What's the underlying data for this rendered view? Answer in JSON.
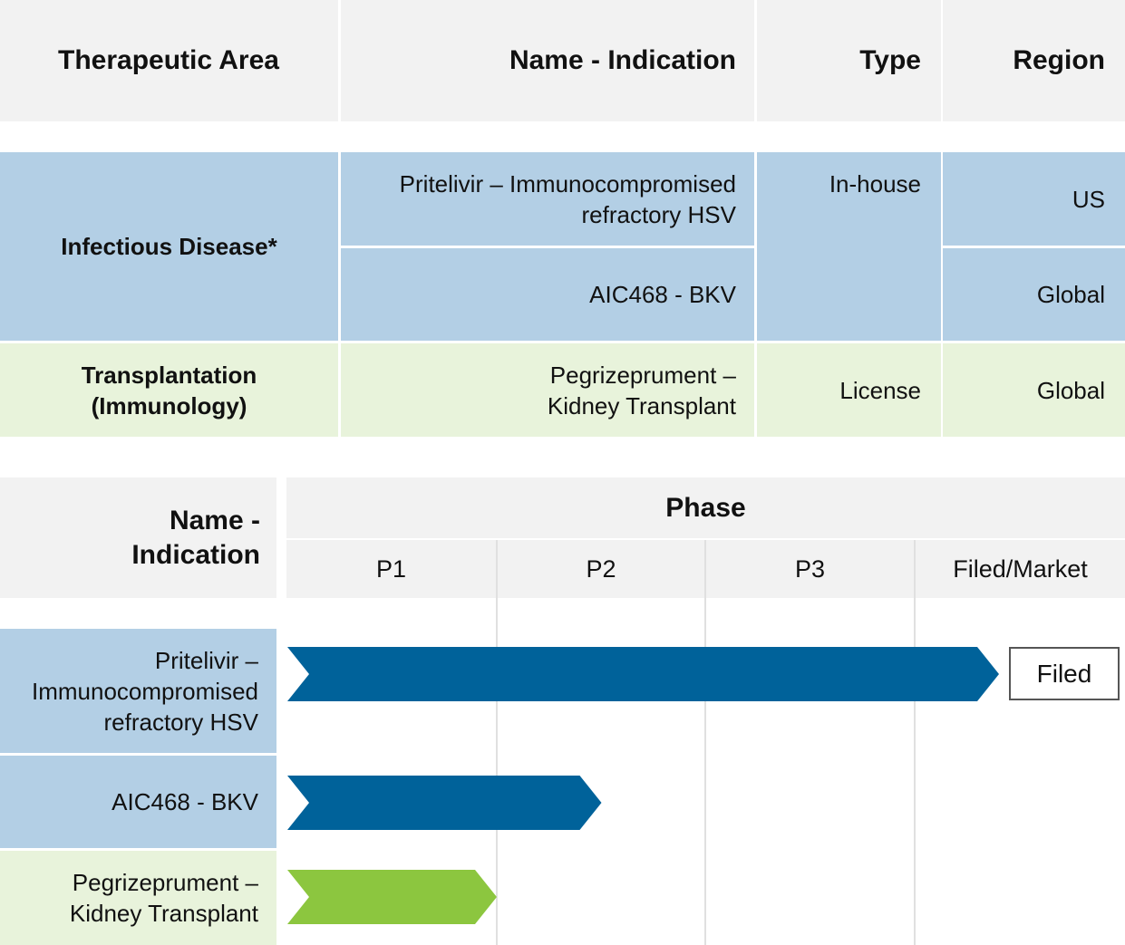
{
  "table": {
    "headers": {
      "area": "Therapeutic Area",
      "name": "Name - Indication",
      "type": "Type",
      "region": "Region"
    },
    "rows": [
      {
        "area": "Infectious Disease*",
        "name": "Pritelivir – Immunocompromised refractory HSV",
        "type": "In-house",
        "region": "US"
      },
      {
        "name": "AIC468 - BKV",
        "region": "Global"
      },
      {
        "area": "Transplantation (Immunology)",
        "name": "Pegrizeprument – Kidney Transplant",
        "type": "License",
        "region": "Global"
      }
    ]
  },
  "pipeline": {
    "name_header": "Name - Indication",
    "phase_header": "Phase",
    "phases": [
      "P1",
      "P2",
      "P3",
      "Filed/Market"
    ],
    "programs": [
      {
        "name": "Pritelivir – Immunocompromised refractory HSV",
        "progress_phase": 4,
        "color": "#00629a",
        "status": "Filed"
      },
      {
        "name": "AIC468 - BKV",
        "progress_phase": 1.5,
        "color": "#00629a"
      },
      {
        "name": "Pegrizeprument – Kidney Transplant",
        "progress_phase": 1,
        "color": "#8cc63f"
      }
    ]
  },
  "colors": {
    "header_bg": "#f2f2f2",
    "infectious_bg": "#b3cfe5",
    "transplant_bg": "#e8f3db",
    "bar_blue": "#00629a",
    "bar_green": "#8cc63f"
  }
}
